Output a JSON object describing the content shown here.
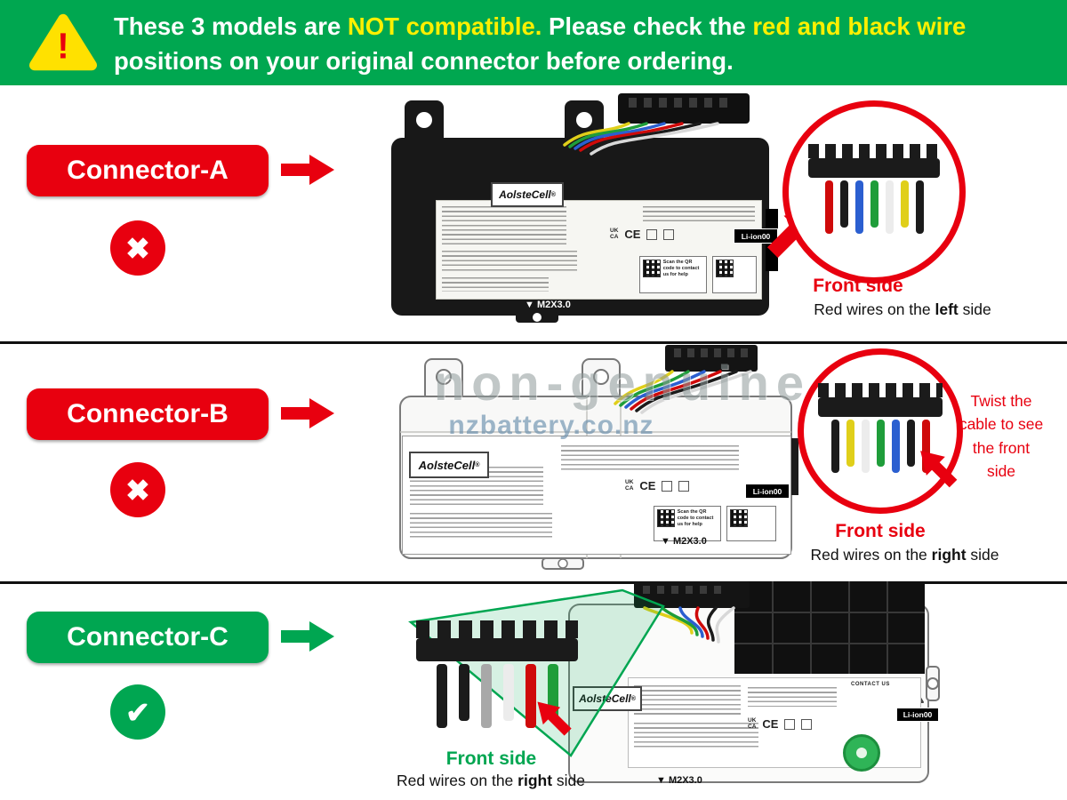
{
  "colors": {
    "banner_green": "#00a750",
    "highlight_yellow": "#fdf000",
    "incompatible_red": "#e8000f",
    "compatible_green": "#00a651",
    "watermark_gray": "#8f9b9b",
    "watermark_blue": "#5f87a8"
  },
  "icons": {
    "warning": "!",
    "cross": "✖",
    "check": "✔"
  },
  "banner": {
    "parts": [
      {
        "text": "These 3 models are ",
        "highlight": false
      },
      {
        "text": "NOT compatible.",
        "highlight": true
      },
      {
        "text": " Please check the ",
        "highlight": false
      },
      {
        "text": "red and black wire",
        "highlight": true
      },
      {
        "text": " positions on your original connector before ordering.",
        "highlight": false
      }
    ]
  },
  "sections": {
    "a": {
      "label": "Connector-A",
      "status": "incompatible",
      "front_side": "Front side",
      "wire_note": {
        "prefix": "Red wires on the ",
        "bold": "left",
        "suffix": " side"
      }
    },
    "b": {
      "label": "Connector-B",
      "status": "incompatible",
      "twist_note": "Twist the cable to see the front side",
      "front_side": "Front side",
      "wire_note": {
        "prefix": "Red wires on the ",
        "bold": "right",
        "suffix": " side"
      }
    },
    "c": {
      "label": "Connector-C",
      "status": "compatible",
      "front_side": "Front side",
      "wire_note": {
        "prefix": "Red wires on the ",
        "bold": "right",
        "suffix": " side"
      }
    }
  },
  "watermark": {
    "line1": "non-genuine",
    "line2": "nzbattery.co.nz"
  },
  "battery": {
    "brand": "AolsteCell",
    "reg": "®",
    "li_badge": "Li-ion00",
    "screw_mark": "▼ M2X3.0",
    "qr_note": "Scan the QR code to contact us for help",
    "cert_ukca": "UK\nCA",
    "cert_ce": "CE",
    "contact": "CONTACT US"
  },
  "wires": {
    "closeup_a": [
      "#cf0a0a",
      "#1b1b1b",
      "#2b5fd0",
      "#1f9d3a",
      "#ececec",
      "#e0cf1a",
      "#1b1b1b"
    ],
    "closeup_b": [
      "#1b1b1b",
      "#e0cf1a",
      "#ececec",
      "#1f9d3a",
      "#2b5fd0",
      "#1b1b1b",
      "#cf0a0a"
    ],
    "closeup_c": [
      "#1b1b1b",
      "#1b1b1b",
      "#a8a8a8",
      "#ececec",
      "#cf0a0a",
      "#1f9d3a"
    ],
    "ribbon": [
      "#e0cf1a",
      "#1f9d3a",
      "#2b5fd0",
      "#cf0a0a",
      "#1b1b1b",
      "#d8d8d8"
    ]
  }
}
